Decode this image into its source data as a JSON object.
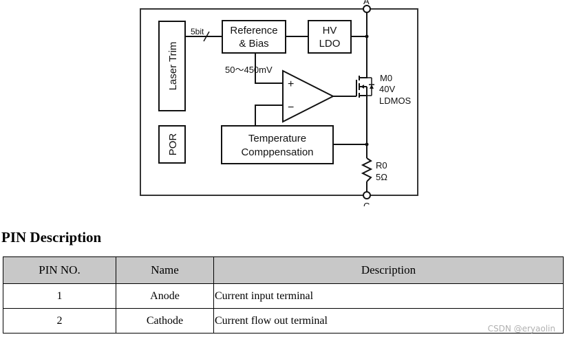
{
  "diagram": {
    "pin_a": "A",
    "pin_c": "C",
    "laser_trim": "Laser Trim",
    "bus_width": "5bit",
    "reference_line1": "Reference",
    "reference_line2": "& Bias",
    "hv_line1": "HV",
    "hv_line2": "LDO",
    "vref": "50～450mV",
    "plus": "+",
    "minus": "−",
    "mosfet_name": "M0",
    "mosfet_voltage": "40V",
    "mosfet_type": "LDMOS",
    "por": "POR",
    "temp_line1": "Temperature",
    "temp_line2": "Comppensation",
    "resistor_name": "R0",
    "resistor_value": "5Ω"
  },
  "section_title": "PIN Description",
  "table": {
    "headers": [
      "PIN NO.",
      "Name",
      "Description"
    ],
    "rows": [
      {
        "pin": "1",
        "name": "Anode",
        "description": "Current input terminal"
      },
      {
        "pin": "2",
        "name": "Cathode",
        "description": "Current flow out terminal"
      }
    ]
  },
  "watermark": "CSDN @eryaolin"
}
